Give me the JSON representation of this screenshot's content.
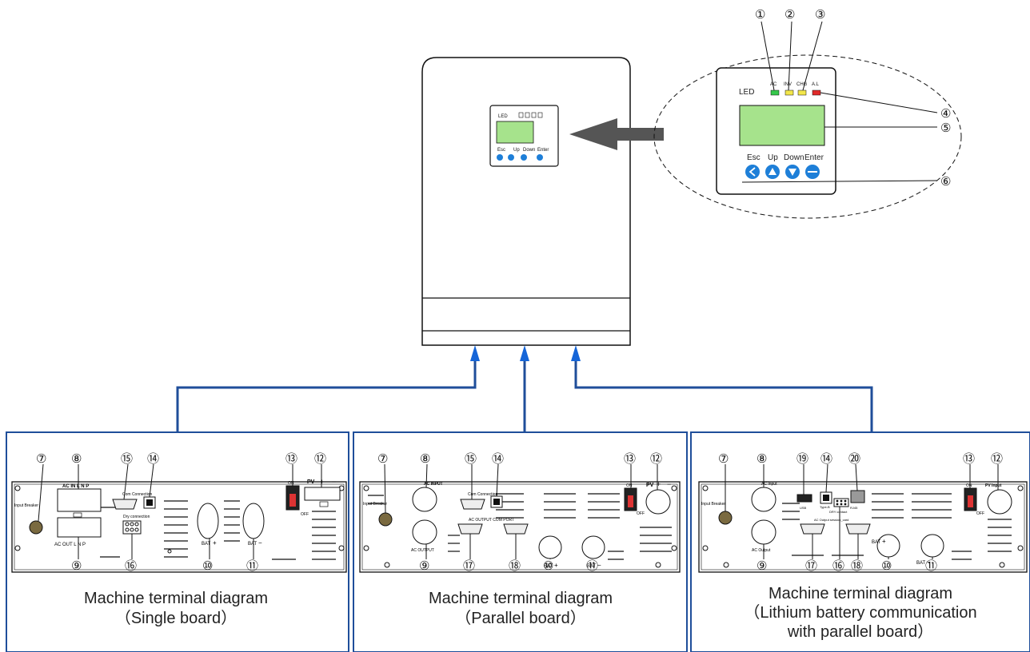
{
  "callouts": {
    "c1": "①",
    "c2": "②",
    "c3": "③",
    "c4": "④",
    "c5": "⑤",
    "c6": "⑥",
    "c7": "⑦",
    "c8": "⑧",
    "c9": "⑨",
    "c10": "⑩",
    "c11": "⑪",
    "c12": "⑫",
    "c13": "⑬",
    "c14": "⑭",
    "c15": "⑮",
    "c16": "⑯",
    "c17": "⑰",
    "c18": "⑱",
    "c19": "⑲",
    "c20": "⑳"
  },
  "panel": {
    "led_label": "LED",
    "led_ac": "AC",
    "led_inv": "INV",
    "led_chg": "CHG",
    "led_alarm": "A.L",
    "btn_esc": "Esc",
    "btn_up": "Up",
    "btn_down": "Down",
    "btn_enter": "Enter"
  },
  "boards": [
    {
      "caption_line1": "Machine terminal diagram",
      "caption_line2": "（Single board）",
      "caption_line3": "",
      "labels": {
        "ac_in": "AC IN L N P",
        "ac_out": "AC OUT L N P",
        "input_breaker": "Input Breaker",
        "com": "Com Connection",
        "dry": "Dry connection",
        "on": "ON",
        "off": "OFF",
        "pv": "PV",
        "bat_pos": "BAT",
        "bat_neg": "BAT"
      }
    },
    {
      "caption_line1": "Machine terminal diagram",
      "caption_line2": "（Parallel board）",
      "caption_line3": "",
      "labels": {
        "ac_in": "AC INPUT",
        "ac_out": "AC OUTPUT",
        "input_breaker": "Input Breaker",
        "com": "Com Connection",
        "parallel": "AC OUTPUT COM PORT",
        "on": "ON",
        "off": "OFF",
        "pv": "PV",
        "bat_pos": "BAT",
        "bat_neg": "BAT"
      }
    },
    {
      "caption_line1": "Machine terminal diagram",
      "caption_line2": "（Lithium battery communication",
      "caption_line3": "with parallel board）",
      "labels": {
        "ac_in": "AC Input",
        "ac_out": "AC Output",
        "input_breaker": "Input Breaker",
        "usb": "USB",
        "typeb": "Type-B",
        "rj45": "RJ45",
        "dry": "DRY contact",
        "parallel": "AC Output session_card",
        "on": "ON",
        "off": "OFF",
        "pv": "PV Input",
        "bat_pos": "BAT",
        "bat_neg": "BAT"
      }
    }
  ],
  "colors": {
    "blue": "#1f4e9a",
    "arrow_blue": "#1565d8",
    "led_green": "#35c74b",
    "led_yellow": "#f2e64a",
    "led_red": "#e02a2a",
    "lcd_green": "#a6e38c",
    "button_blue": "#1e7fd8"
  }
}
